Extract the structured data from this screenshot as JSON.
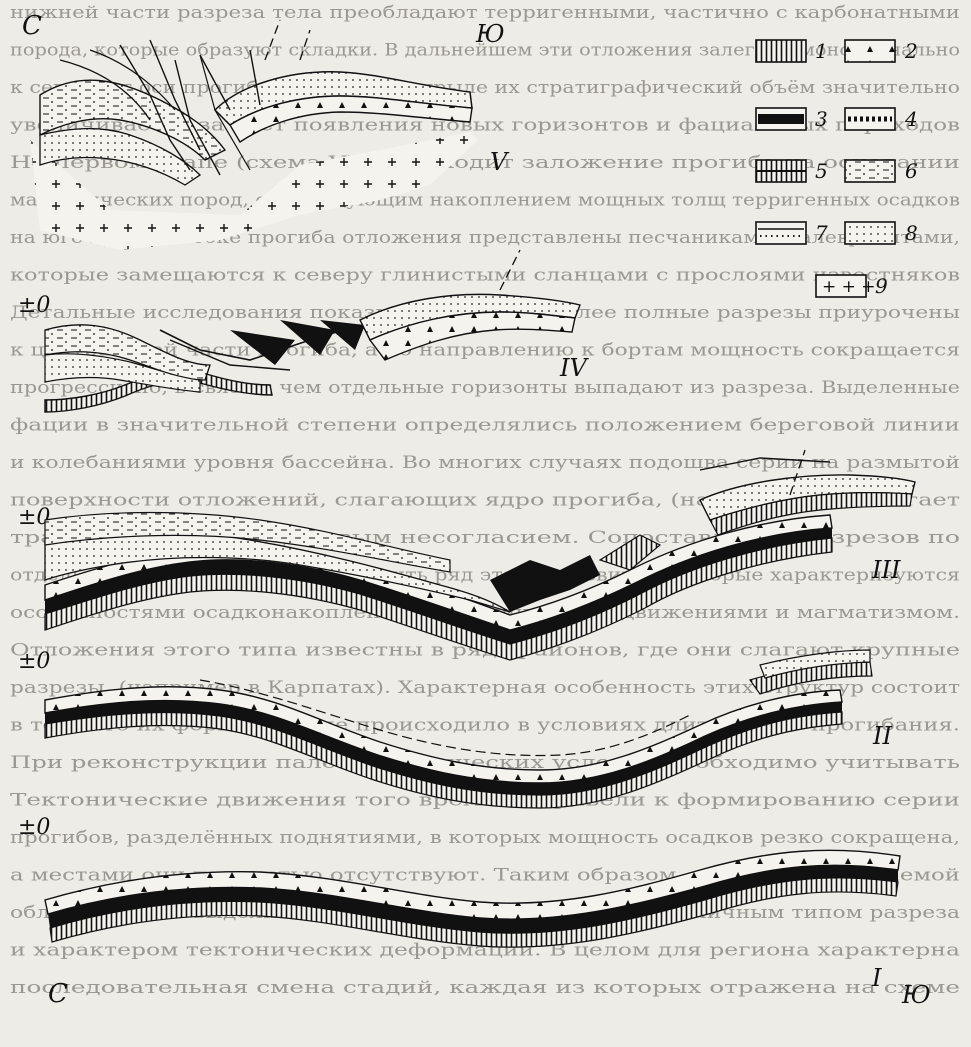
{
  "figure": {
    "orientation": {
      "left": "С",
      "right": "Ю"
    },
    "datum_label": "±0",
    "stages": [
      "I",
      "II",
      "III",
      "IV",
      "V"
    ],
    "legend": [
      {
        "num": "1",
        "pattern": "vertical-hatch"
      },
      {
        "num": "2",
        "pattern": "triangle-rows"
      },
      {
        "num": "3",
        "pattern": "solid-black"
      },
      {
        "num": "4",
        "pattern": "black-dots"
      },
      {
        "num": "5",
        "pattern": "double-hatch"
      },
      {
        "num": "6",
        "pattern": "dashes-dots"
      },
      {
        "num": "7",
        "pattern": "dotted-band"
      },
      {
        "num": "8",
        "pattern": "fine-dots"
      },
      {
        "num": "9",
        "pattern": "crosses"
      }
    ],
    "colors": {
      "ink": "#111111",
      "paper": "#eeece6",
      "show_through": "#9a9893"
    }
  },
  "background_text": [
    "нижней части разреза тела преобладают терригенными, частично с карбонатными",
    "порода, которые образуют складки. В дальнейшем эти отложения залегают моноклинально",
    "к северу от оси прогиба, а на южном крыле их стратиграфический объём значительно",
    "увеличивается за счёт появления новых горизонтов и фациальных переходов",
    "На первом этапе (схема V) происходит заложение прогиба на основании",
    "магматических пород, с последующим накоплением мощных толщ терригенных осадков",
    "на юге и юго-востоке прогиба отложения представлены песчаниками и алевролитами,",
    "которые замещаются к северу глинистыми сланцами с прослоями известняков",
    "Детальные исследования показывают, что наиболее полные разрезы приурочены",
    "к центральной части прогиба, а по направлению к бортам мощность сокращается",
    "прогрессивно, в связи с чем отдельные горизонты выпадают из разреза. Выделенные",
    "фации в значительной степени определялись положением береговой линии",
    "и колебаниями уровня бассейна. Во многих случаях подошва серии на размытой",
    "поверхности отложений, слагающих ядро прогиба, (на стадии II) залегает",
    "трансгрессивно и с угловым несогласием. Сопоставление разрезов по",
    "отдельным зонам позволяет выделить ряд этапов развития, которые характеризуются",
    "особенностями осадконакопления, тектоническими движениями и магматизмом.",
    "Отложения этого типа известны в ряде районов, где они слагают крупные",
    "разрезы, (например в Карпатах). Характерная особенность этих структур состоит",
    "в том, что их формирование происходило в условиях длительного прогибания.",
    "При реконструкции палеотектонических условий необходимо учитывать",
    "Тектонические движения того времени привели к формированию серии",
    "прогибов, разделённых поднятиями, в которых мощность осадков резко сокращена,",
    "а местами они полностью отсутствуют. Таким образом, в пределах изучаемой",
    "области можно выделить несколько структурных зон с различным типом разреза",
    "и характером тектонических деформаций. В целом для региона характерна",
    "последовательная смена стадий, каждая из которых отражена на схеме"
  ]
}
